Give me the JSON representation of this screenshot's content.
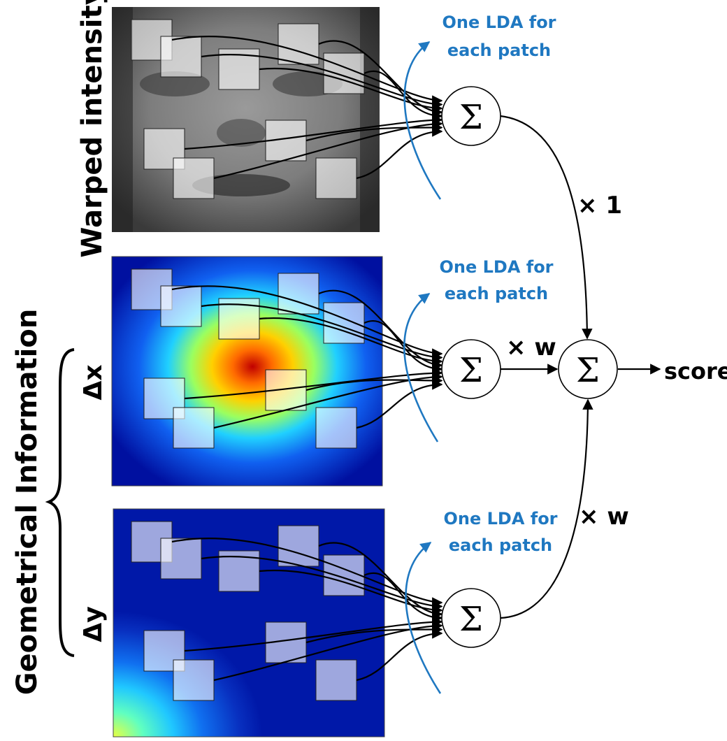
{
  "labels": {
    "warped_intensity": "Warped intensity",
    "geometrical_information": "Geometrical Information",
    "delta_x": "Δx",
    "delta_y": "Δy",
    "lda_line1": "One LDA for",
    "lda_line2": "each patch",
    "sum_symbol": "Σ",
    "weight_one": "× 1",
    "weight_w": "× w",
    "score": "score"
  },
  "colors": {
    "lda_text": "#1f78c1",
    "heatmap_low": "#00108f",
    "heatmap_high": "#a00000"
  },
  "panels": [
    "warped-intensity-image",
    "delta-x-heatmap",
    "delta-y-heatmap"
  ]
}
